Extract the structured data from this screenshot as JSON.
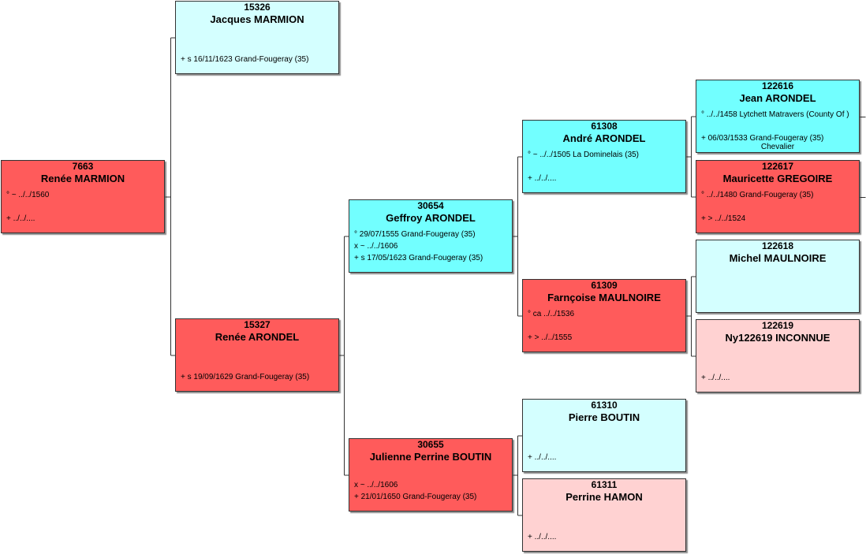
{
  "colors": {
    "male_known": "#72ffff",
    "male_unknown": "#d4ffff",
    "female_known": "#ff5b5b",
    "female_unknown": "#ffd2d2",
    "line": "#333333"
  },
  "persons": [
    {
      "id": "p7663",
      "sosa": "7663",
      "name": "Renée MARMION",
      "gender": "female",
      "style": "known",
      "events": [
        "° ~ ../../1560",
        "",
        "+ ../../...."
      ],
      "note": ""
    },
    {
      "id": "p15326",
      "sosa": "15326",
      "name": "Jacques MARMION",
      "gender": "male",
      "style": "unknown",
      "events": [
        "",
        "",
        "+ s 16/11/1623 Grand-Fougeray (35)"
      ],
      "note": ""
    },
    {
      "id": "p15327",
      "sosa": "15327",
      "name": "Renée ARONDEL",
      "gender": "female",
      "style": "known",
      "events": [
        "",
        "",
        "+ s 19/09/1629 Grand-Fougeray (35)"
      ],
      "note": ""
    },
    {
      "id": "p30654",
      "sosa": "30654",
      "name": "Geffroy ARONDEL",
      "gender": "male",
      "style": "known",
      "events": [
        "° 29/07/1555 Grand-Fougeray (35)",
        "x ~ ../../1606",
        "+ s 17/05/1623 Grand-Fougeray (35)"
      ],
      "note": ""
    },
    {
      "id": "p30655",
      "sosa": "30655",
      "name": "Julienne Perrine BOUTIN",
      "gender": "female",
      "style": "known",
      "events": [
        "",
        "x ~ ../../1606",
        "+ 21/01/1650 Grand-Fougeray (35)"
      ],
      "note": ""
    },
    {
      "id": "p61308",
      "sosa": "61308",
      "name": "André ARONDEL",
      "gender": "male",
      "style": "known",
      "events": [
        "° ~ ../../1505 La Dominelais (35)",
        "",
        "+ ../../...."
      ],
      "note": ""
    },
    {
      "id": "p61309",
      "sosa": "61309",
      "name": "Farnçoise MAULNOIRE",
      "gender": "female",
      "style": "known",
      "events": [
        "° ca ../../1536",
        "",
        "+ > ../../1555"
      ],
      "note": ""
    },
    {
      "id": "p61310",
      "sosa": "61310",
      "name": "Pierre BOUTIN",
      "gender": "male",
      "style": "unknown",
      "events": [
        "",
        "",
        "+ ../../...."
      ],
      "note": ""
    },
    {
      "id": "p61311",
      "sosa": "61311",
      "name": "Perrine HAMON",
      "gender": "female",
      "style": "unknown",
      "events": [
        "",
        "",
        "+ ../../...."
      ],
      "note": ""
    },
    {
      "id": "p122616",
      "sosa": "122616",
      "name": "Jean ARONDEL",
      "gender": "male",
      "style": "known",
      "events": [
        "° ../../1458 Lytchett Matravers (County Of )",
        "",
        "+ 06/03/1533 Grand-Fougeray (35)"
      ],
      "note": "Chevalier"
    },
    {
      "id": "p122617",
      "sosa": "122617",
      "name": "Mauricette GREGOIRE",
      "gender": "female",
      "style": "known",
      "events": [
        "° ../../1480 Grand-Fougeray (35)",
        "",
        "+ > ../../1524"
      ],
      "note": ""
    },
    {
      "id": "p122618",
      "sosa": "122618",
      "name": "Michel MAULNOIRE",
      "gender": "male",
      "style": "unknown",
      "events": [
        "",
        "",
        ""
      ],
      "note": ""
    },
    {
      "id": "p122619",
      "sosa": "122619",
      "name": "Ny122619 INCONNUE",
      "gender": "female",
      "style": "unknown",
      "events": [
        "",
        "",
        "+ ../../...."
      ],
      "note": ""
    }
  ]
}
